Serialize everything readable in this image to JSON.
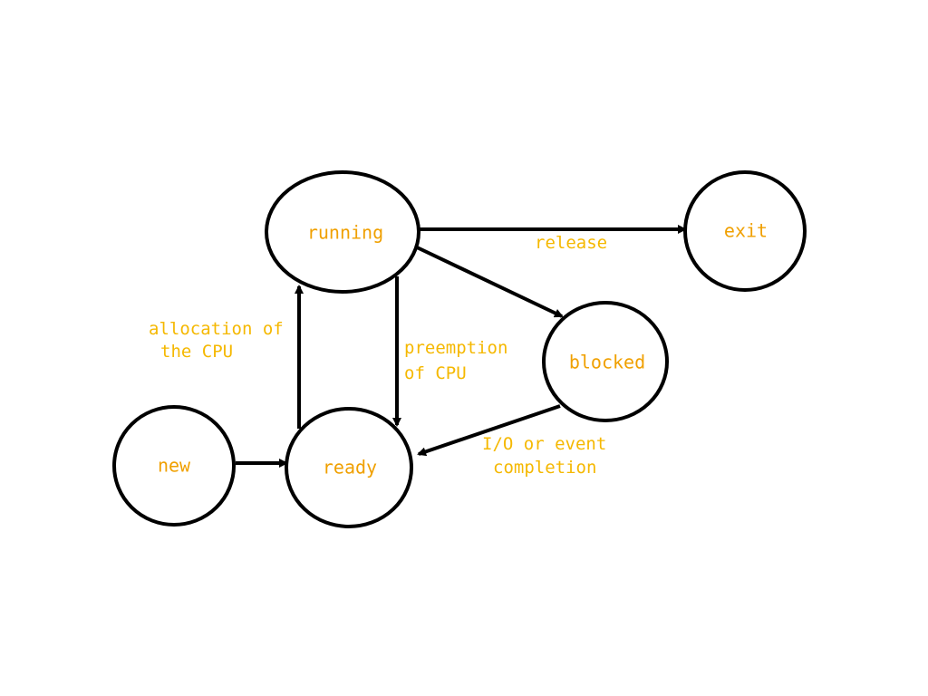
{
  "diagram": {
    "colors": {
      "node_label": "#f0a000",
      "edge_label": "#f5b800",
      "stroke": "#000000",
      "background": "#ffffff"
    },
    "nodes": {
      "running": "running",
      "exit": "exit",
      "blocked": "blocked",
      "new": "new",
      "ready": "ready"
    },
    "edges": {
      "release": "release",
      "allocation_line1": "allocation of",
      "allocation_line2": "the CPU",
      "preemption_line1": "preemption",
      "preemption_line2": "of CPU",
      "io_line1": "I/O or event",
      "io_line2": "completion"
    }
  }
}
